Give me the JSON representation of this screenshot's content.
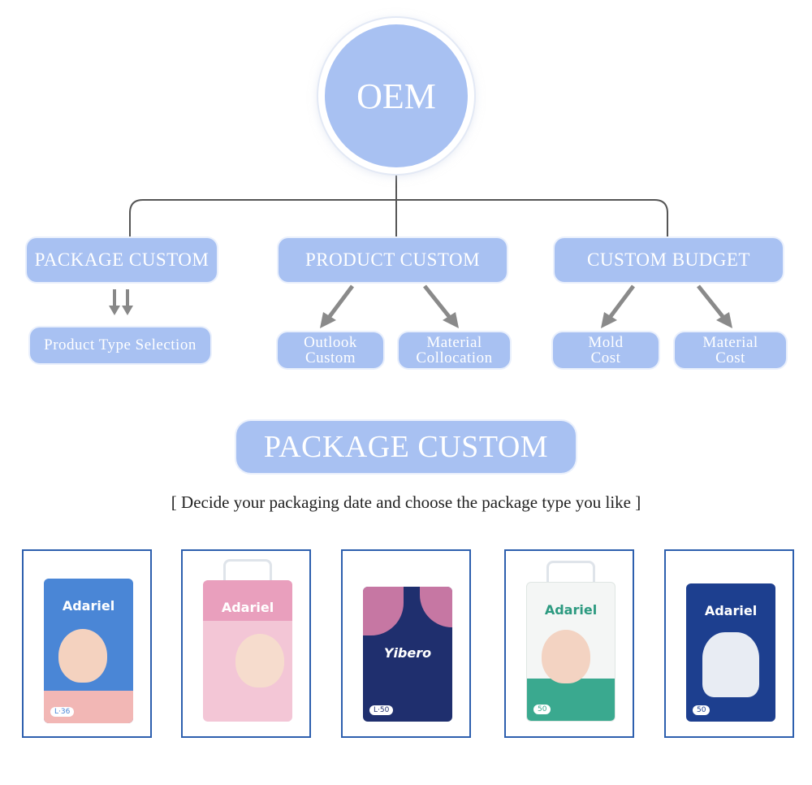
{
  "root": {
    "label": "OEM"
  },
  "branches": [
    {
      "label": "PACKAGE CUSTOM",
      "children": [
        {
          "label": "Product Type Selection"
        }
      ]
    },
    {
      "label": "PRODUCT CUSTOM",
      "children": [
        {
          "line1": "Outlook",
          "line2": "Custom"
        },
        {
          "line1": "Material",
          "line2": "Collocation"
        }
      ]
    },
    {
      "label": "CUSTOM BUDGET",
      "children": [
        {
          "line1": "Mold",
          "line2": "Cost"
        },
        {
          "line1": "Material",
          "line2": "Cost"
        }
      ]
    }
  ],
  "section": {
    "title": "PACKAGE CUSTOM",
    "subtitle": "[ Decide your packaging date and choose the package type you like ]"
  },
  "products": [
    {
      "brand": "Adariel",
      "tag": "L·36",
      "color": "#4a86d6",
      "accent": "#f2b7b5"
    },
    {
      "brand": "Adariel",
      "tag": "",
      "color": "#f3c6d6",
      "accent": "#ffffff"
    },
    {
      "brand": "Yibero",
      "tag": "L·50",
      "color": "#1f2f6e",
      "accent": "#f08ab0"
    },
    {
      "brand": "Adariel",
      "tag": "50",
      "color": "#f4f6f5",
      "accent": "#3aa98f"
    },
    {
      "brand": "Adariel",
      "tag": "50",
      "color": "#1d3f8f",
      "accent": "#ffffff"
    }
  ]
}
